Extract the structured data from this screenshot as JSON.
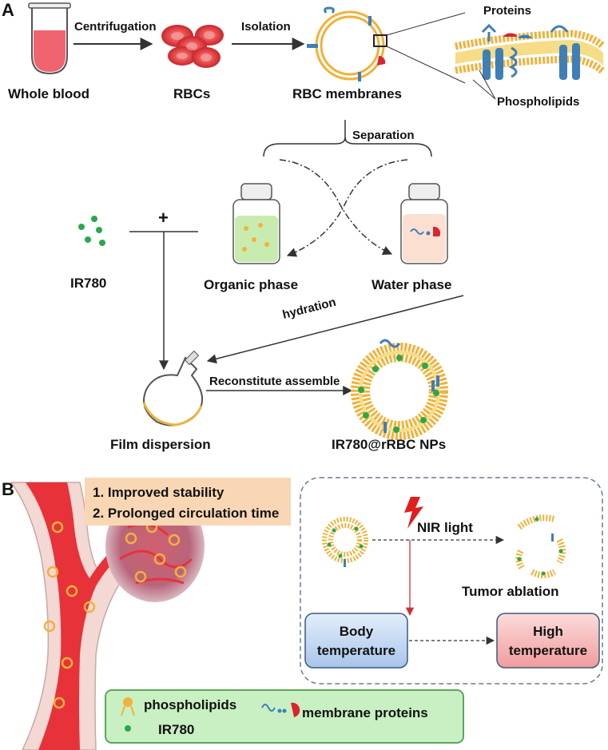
{
  "colors": {
    "blood": "#e8323a",
    "lipid_head": "#f1b23a",
    "lipid_tail": "#f6dc86",
    "protein": "#3f7fb6",
    "protein_red": "#d8262e",
    "ir780": "#2aa84a",
    "note_bg": "#f9d7b4",
    "legend_bg": "#c8f0c2",
    "legend_border": "#5aa85a",
    "body_box": "#c7daf1",
    "high_box": "#f5b6b7",
    "arrow": "#333333",
    "laser": "#e01e1e"
  },
  "panel_a": {
    "label": "A",
    "whole_blood": "Whole blood",
    "centrifugation": "Centrifugation",
    "rbcs": "RBCs",
    "isolation": "Isolation",
    "rbc_membranes": "RBC membranes",
    "proteins": "Proteins",
    "phospholipids": "Phospholipids",
    "separation": "Separation",
    "ir780": "IR780",
    "plus": "+",
    "organic_phase": "Organic phase",
    "water_phase": "Water phase",
    "hydration": "hydration",
    "reconstitute": "Reconstitute assemble",
    "film_dispersion": "Film dispersion",
    "nps": "IR780@rRBC NPs"
  },
  "panel_b": {
    "label": "B",
    "notes": [
      "1.  Improved stability",
      "2.  Prolonged circulation time"
    ],
    "nir_light": "NIR light",
    "tumor_ablation": "Tumor ablation",
    "body_temp": [
      "Body",
      "temperature"
    ],
    "high_temp": [
      "High",
      "temperature"
    ],
    "legend": {
      "phospholipids": "phospholipids",
      "ir780": "IR780",
      "membrane_proteins": "membrane proteins"
    }
  }
}
